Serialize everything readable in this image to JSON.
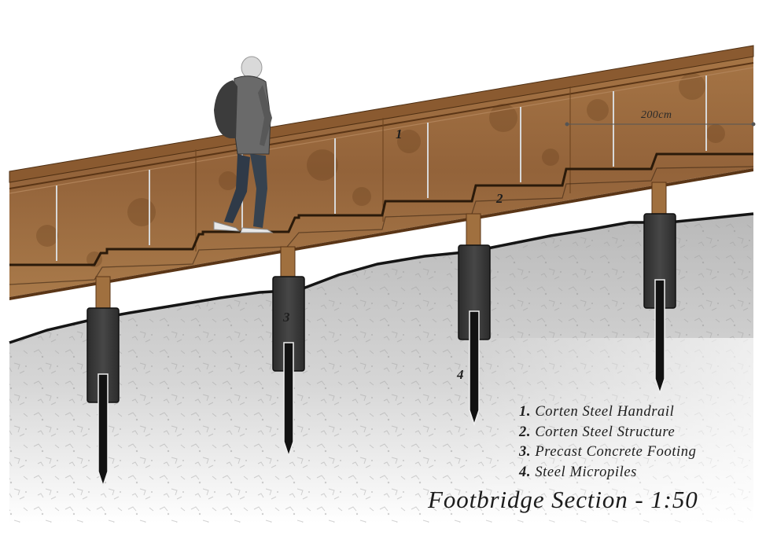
{
  "title": "Footbridge Section - 1:50",
  "dimension": "200cm",
  "callouts": {
    "c1": "1",
    "c2": "2",
    "c3": "3",
    "c4": "4"
  },
  "legend": [
    {
      "num": "1.",
      "label": "Corten Steel Handrail"
    },
    {
      "num": "2.",
      "label": "Corten Steel Structure"
    },
    {
      "num": "3.",
      "label": "Precast Concrete Footing"
    },
    {
      "num": "4.",
      "label": "Steel Micropiles"
    }
  ],
  "colors": {
    "corten": "#9a6a3e",
    "corten_dark": "#6e4522",
    "concrete": "#3a3a3a",
    "ground": "#cfcfcf",
    "ground_line": "#1a1a1a",
    "pile": "#141414"
  }
}
